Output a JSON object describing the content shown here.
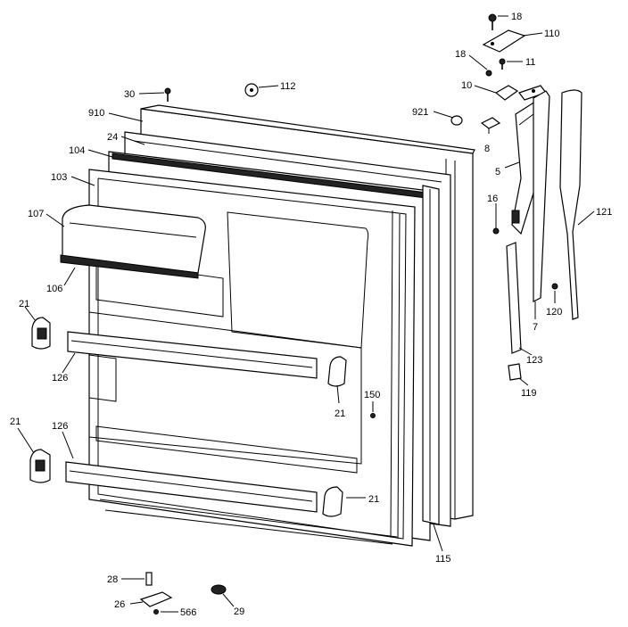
{
  "labels": {
    "l18a": "18",
    "l110": "110",
    "l18b": "18",
    "l11": "11",
    "l10": "10",
    "l30": "30",
    "l112": "112",
    "l910": "910",
    "l921": "921",
    "l8": "8",
    "l24": "24",
    "l104": "104",
    "l5": "5",
    "l103": "103",
    "l16": "16",
    "l107": "107",
    "l121": "121",
    "l106": "106",
    "l21a": "21",
    "l120": "120",
    "l7": "7",
    "l126a": "126",
    "l123": "123",
    "l150": "150",
    "l119": "119",
    "l21b": "21",
    "l21c": "21",
    "l126b": "126",
    "l21d": "21",
    "l115": "115",
    "l28": "28",
    "l26": "26",
    "l566": "566",
    "l29": "29"
  }
}
